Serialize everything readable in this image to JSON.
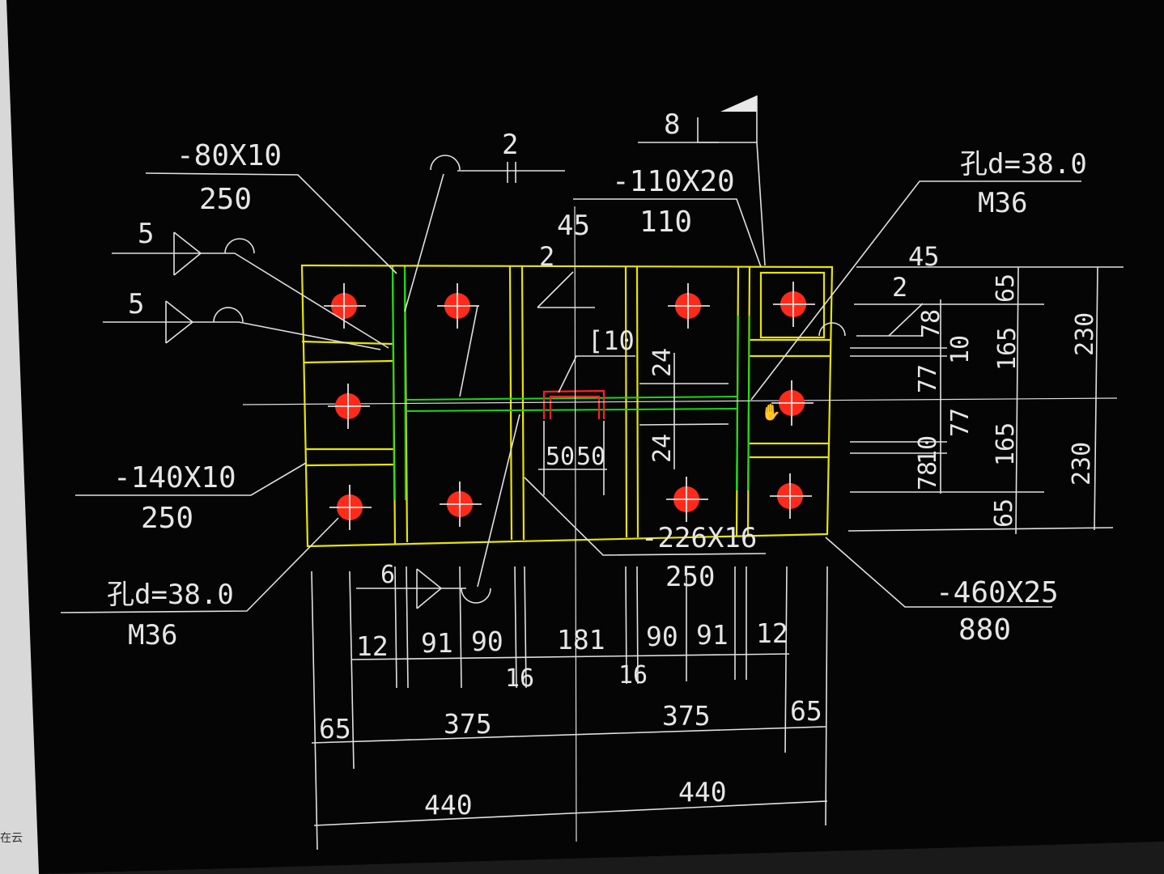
{
  "colors": {
    "background": "#050505",
    "plate_outline": "#e8e400",
    "stiffener": "#18d818",
    "channel": "#ff2020",
    "bolt": "#ff2a1a",
    "annotation": "#e0e0e0"
  },
  "labels": {
    "tl_plate_size": "-80X10",
    "tl_plate_len": "250",
    "weld_5a": "5",
    "weld_5b": "5",
    "ml_plate_size": "-140X10",
    "ml_plate_len": "250",
    "bl_hole": "孔d=38.0",
    "bl_bolt": "M36",
    "top_weld_2": "2",
    "top_mid_size": "-110X20",
    "top_mid_len": "110",
    "dim_45_top": "45",
    "inner_2": "2",
    "channel": "[10",
    "top_weld_8": "8",
    "tr_hole": "孔d=38.0",
    "tr_bolt": "M36",
    "right_45": "45",
    "right_2": "2",
    "bot_mid_size": "-226X16",
    "bot_mid_len": "250",
    "br_plate_size": "-460X25",
    "br_plate_len": "880",
    "weld_6": "6",
    "edge_chars": "在云"
  },
  "dims": {
    "inner_24_a": "24",
    "inner_24_b": "24",
    "inner_50_a": "50",
    "inner_50_b": "50",
    "row1": [
      "12",
      "91",
      "90",
      "181",
      "90",
      "91",
      "12"
    ],
    "row1_small_a": "16",
    "row1_small_b": "16",
    "row2": [
      "65",
      "375",
      "375",
      "65"
    ],
    "row3": [
      "440",
      "440"
    ],
    "right_col1": [
      "78",
      "77",
      "77",
      "78"
    ],
    "right_col1_small_a": "10",
    "right_col1_small_b": "10",
    "right_col2": [
      "65",
      "165",
      "165",
      "65"
    ],
    "right_col3": [
      "230",
      "230"
    ]
  }
}
